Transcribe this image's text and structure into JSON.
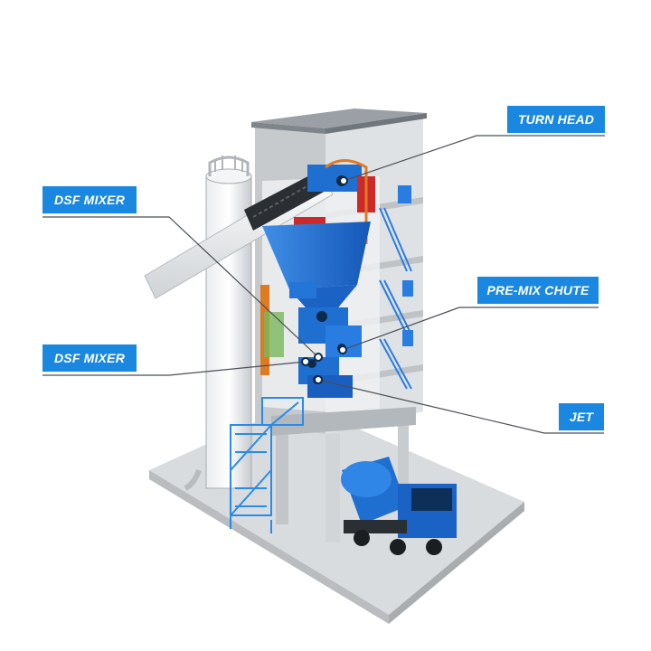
{
  "colors": {
    "label_bg": "#1a88e0",
    "label_text": "#ffffff",
    "machine_blue": "#1f6fd1",
    "structure_gray": "#c9cdd0",
    "leader_line": "#4a4f55"
  },
  "labels": {
    "turn_head": "TURN HEAD",
    "dsf_mixer_top": "DSF MIXER",
    "pre_mix_chute": "PRE-MIX CHUTE",
    "dsf_mixer_bottom": "DSF MIXER",
    "jet": "JET"
  }
}
